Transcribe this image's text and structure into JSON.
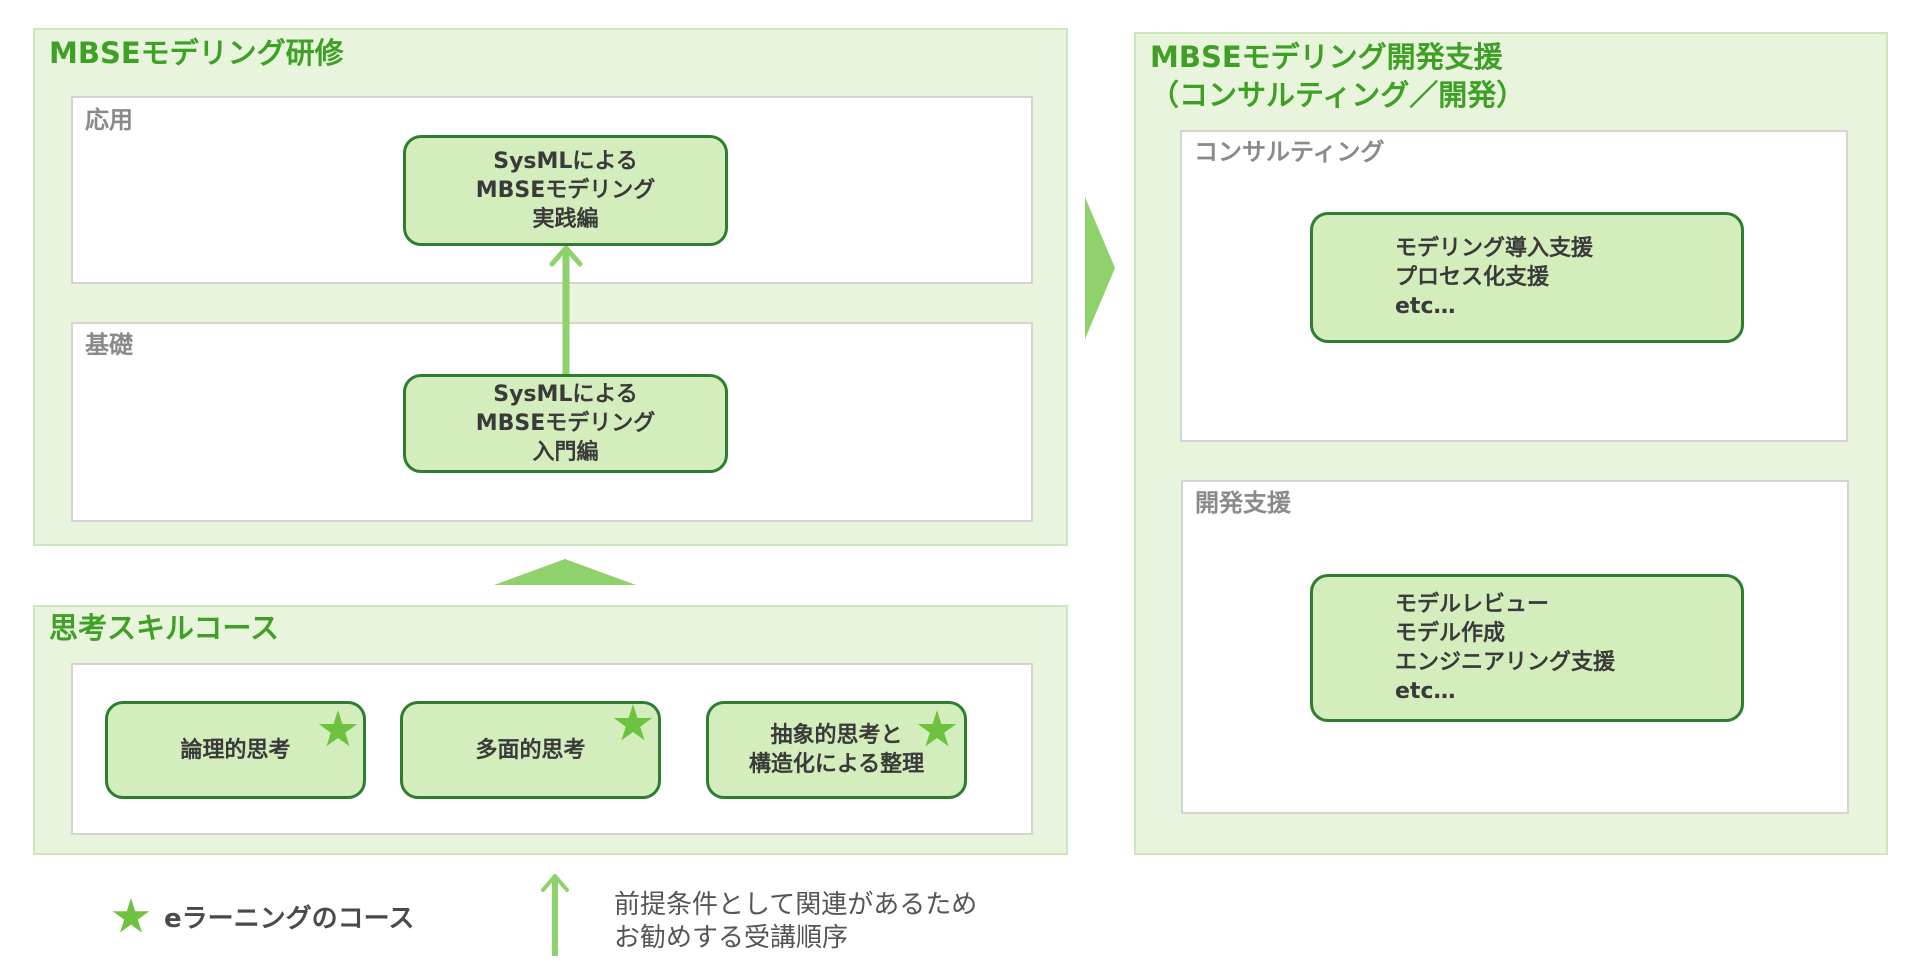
{
  "training": {
    "title": "MBSEモデリング研修",
    "applied": {
      "label": "応用",
      "course": [
        "SysMLによる",
        "MBSEモデリング",
        "実践編"
      ]
    },
    "basic": {
      "label": "基礎",
      "course": [
        "SysMLによる",
        "MBSEモデリング",
        "入門編"
      ]
    }
  },
  "thinking": {
    "title": "思考スキルコース",
    "courses": [
      {
        "lines": [
          "論理的思考"
        ],
        "elearning": true
      },
      {
        "lines": [
          "多面的思考"
        ],
        "elearning": true
      },
      {
        "lines": [
          "抽象的思考と",
          "構造化による整理"
        ],
        "elearning": true
      }
    ]
  },
  "support": {
    "title_line1": "MBSEモデリング開発支援",
    "title_line2": "（コンサルティング／開発）",
    "consulting": {
      "label": "コンサルティング",
      "items": [
        "モデリング導入支援",
        "プロセス化支援",
        "etc…"
      ]
    },
    "development": {
      "label": "開発支援",
      "items": [
        "モデルレビュー",
        "モデル作成",
        "エンジニアリング支援",
        "etc…"
      ]
    }
  },
  "legend": {
    "star_label": "eラーニングのコース",
    "arrow_label_line1": "前提条件として関連があるため",
    "arrow_label_line2": "お勧めする受講順序"
  },
  "colors": {
    "panel_bg": "#e8f5dc",
    "title_green": "#3fa026",
    "course_fill": "#d4edbc",
    "course_border": "#2e7d32",
    "arrow_green": "#8fd16a",
    "star_green": "#6dc23f"
  }
}
